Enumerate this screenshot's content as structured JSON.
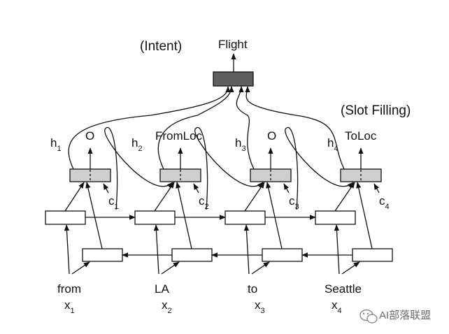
{
  "intent_label": "(Intent)",
  "intent_output": "Flight",
  "slot_label": "(Slot Filling)",
  "watermark": "AI部落联盟",
  "watermark_icon": "wechat-chat-icon",
  "colors": {
    "intent_box": "#5f5f5f",
    "attention_box": "#cfcfcf",
    "rnn_box": "#ffffff",
    "stroke": "#111111"
  },
  "steps": [
    {
      "h": "h",
      "h_sub": "1",
      "slot": "O",
      "c": "c",
      "c_sub": "1",
      "word": "from",
      "x": "x",
      "x_sub": "1"
    },
    {
      "h": "h",
      "h_sub": "2",
      "slot": "FromLoc",
      "c": "c",
      "c_sub": "2",
      "word": "LA",
      "x": "x",
      "x_sub": "2"
    },
    {
      "h": "h",
      "h_sub": "3",
      "slot": "O",
      "c": "c",
      "c_sub": "3",
      "word": "to",
      "x": "x",
      "x_sub": "3"
    },
    {
      "h": "h",
      "h_sub": "4",
      "slot": "ToLoc",
      "c": "c",
      "c_sub": "4",
      "word": "Seattle",
      "x": "x",
      "x_sub": "4"
    }
  ]
}
